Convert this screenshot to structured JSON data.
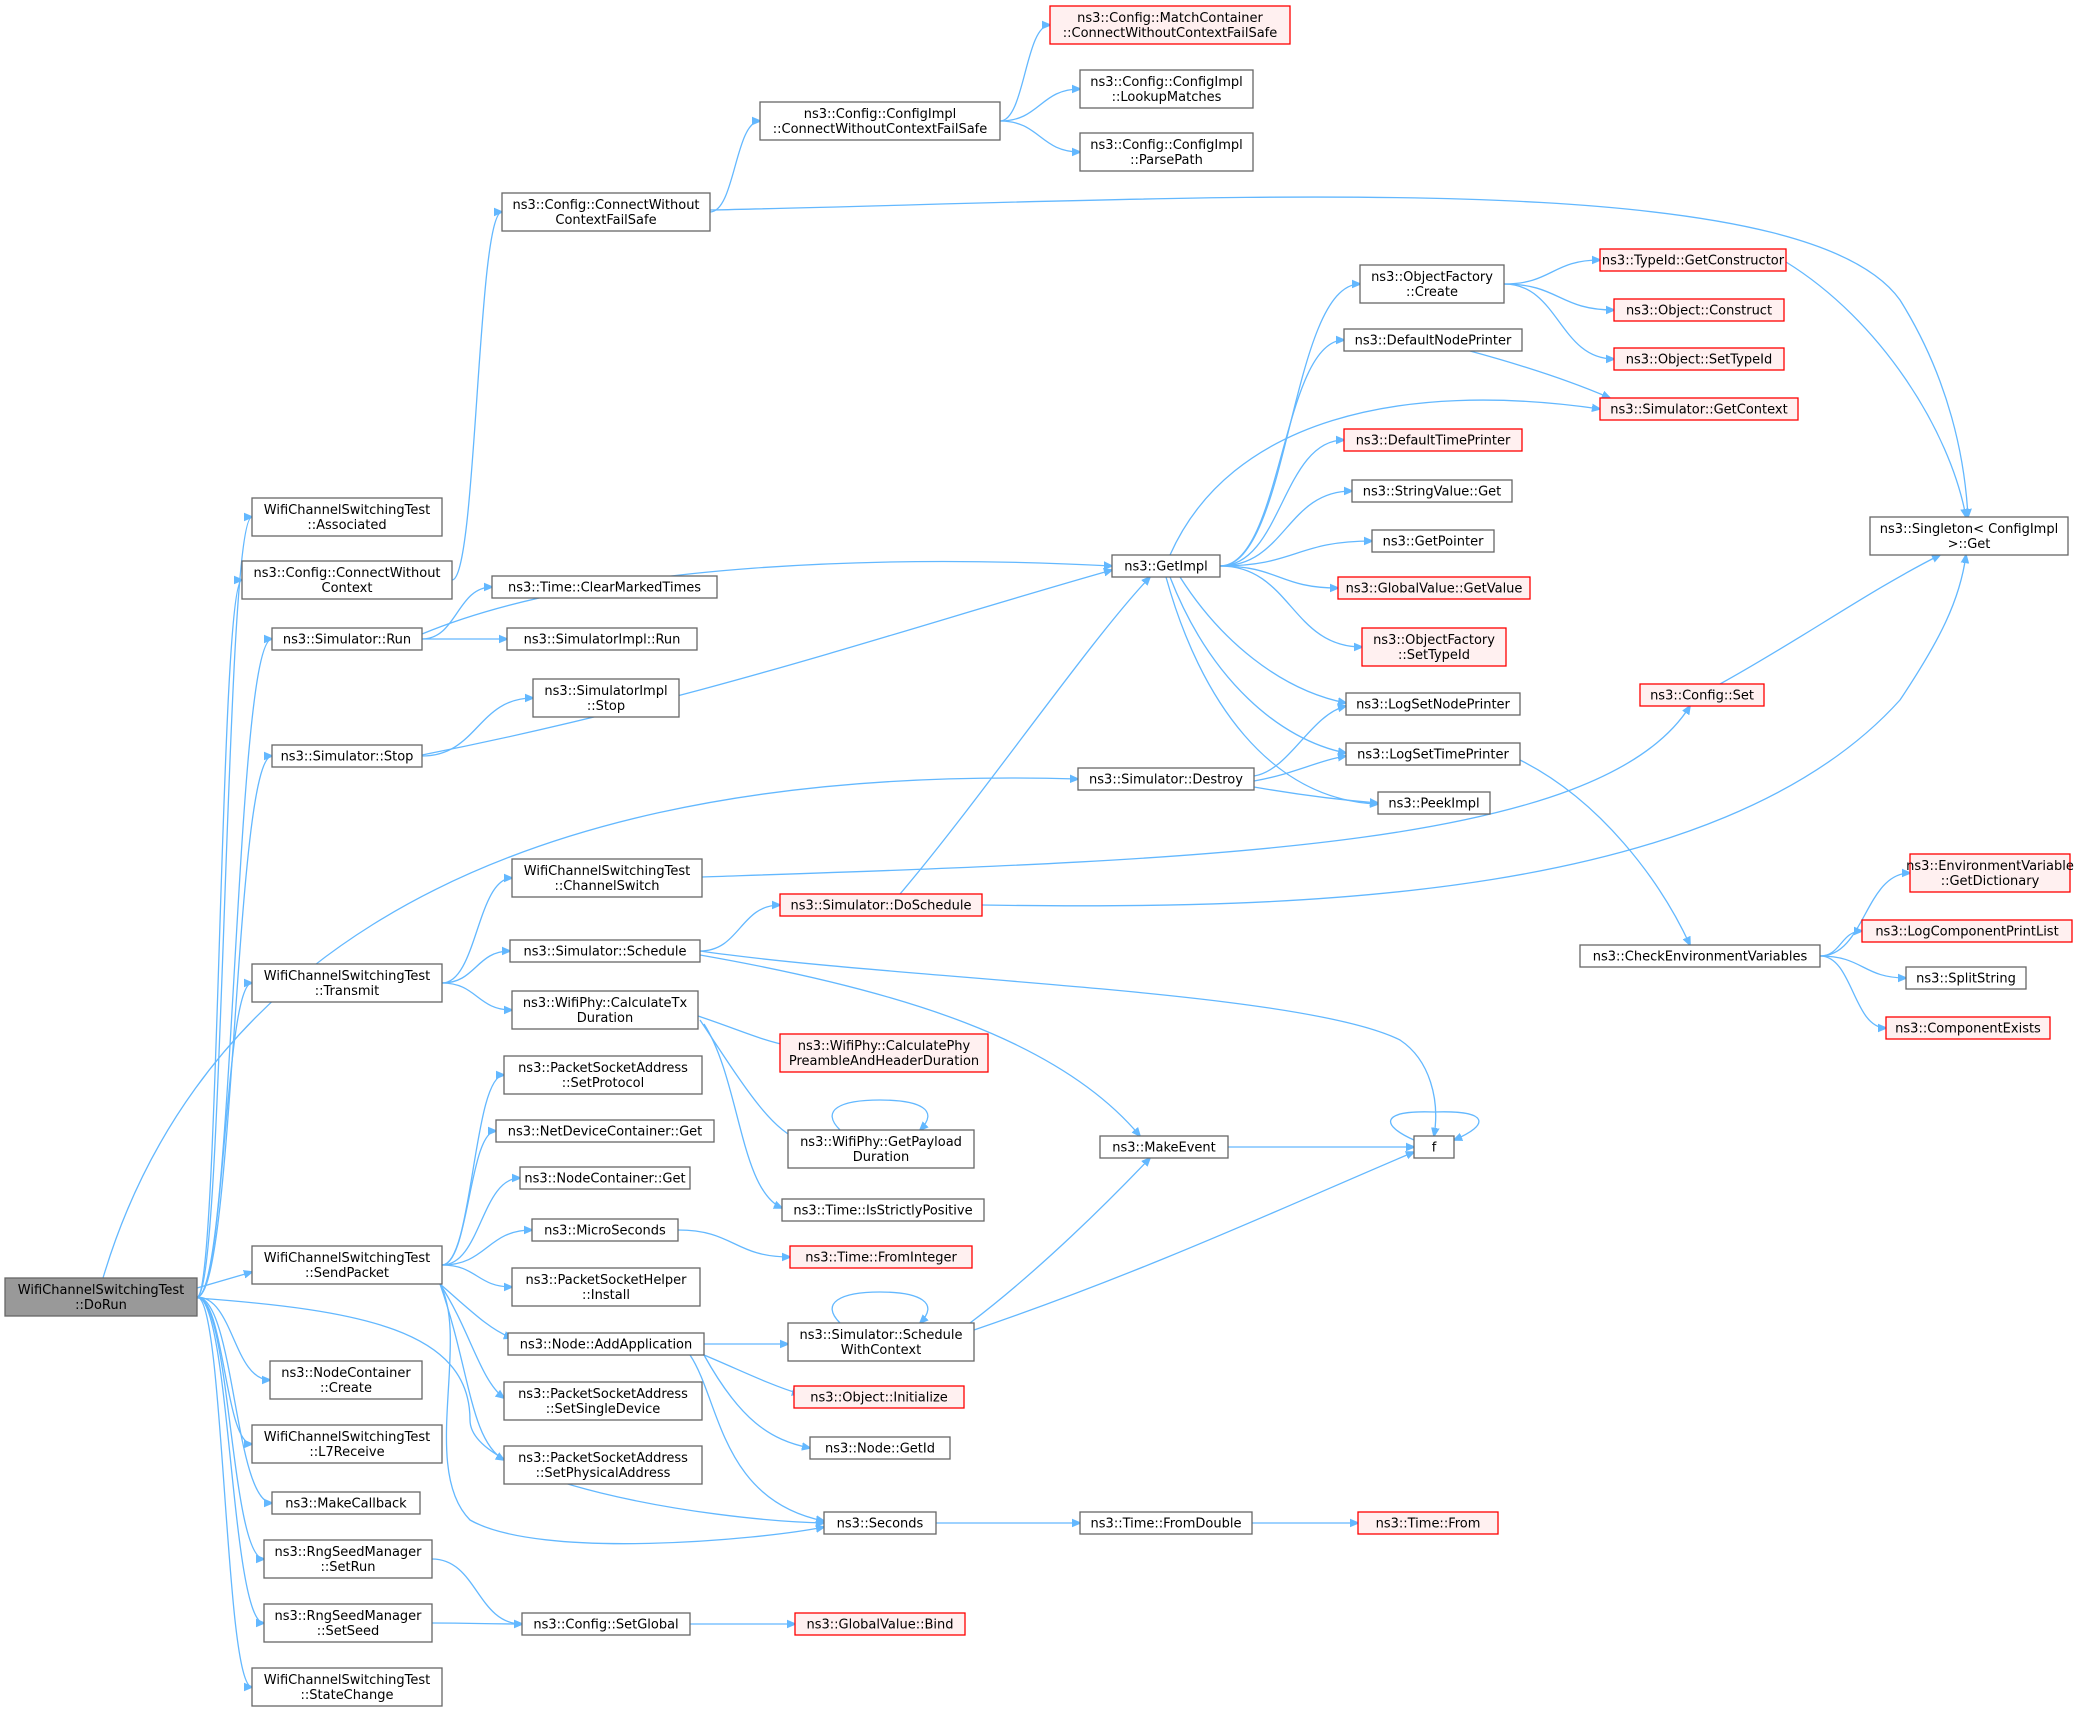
{
  "graph": {
    "type": "doxygen-call-graph",
    "colors": {
      "edge": "#63b8ff",
      "node_border": "#666666",
      "truncated_border": "#ff0000",
      "truncated_fill": "#fff0f0",
      "root_fill": "#999999"
    },
    "nodes": [
      {
        "id": "root",
        "lines": [
          "WifiChannelSwitchingTest",
          "::DoRun"
        ],
        "style": "root"
      },
      {
        "id": "associated",
        "lines": [
          "WifiChannelSwitchingTest",
          "::Associated"
        ]
      },
      {
        "id": "cfgConnectWoCtx",
        "lines": [
          "ns3::Config::ConnectWithout",
          "Context"
        ]
      },
      {
        "id": "simRun",
        "lines": [
          "ns3::Simulator::Run"
        ]
      },
      {
        "id": "simStop",
        "lines": [
          "ns3::Simulator::Stop"
        ]
      },
      {
        "id": "transmit",
        "lines": [
          "WifiChannelSwitchingTest",
          "::Transmit"
        ]
      },
      {
        "id": "sendPacket",
        "lines": [
          "WifiChannelSwitchingTest",
          "::SendPacket"
        ]
      },
      {
        "id": "nodeContCreate",
        "lines": [
          "ns3::NodeContainer",
          "::Create"
        ]
      },
      {
        "id": "l7receive",
        "lines": [
          "WifiChannelSwitchingTest",
          "::L7Receive"
        ]
      },
      {
        "id": "makeCallback",
        "lines": [
          "ns3::MakeCallback"
        ]
      },
      {
        "id": "rngSetRun",
        "lines": [
          "ns3::RngSeedManager",
          "::SetRun"
        ]
      },
      {
        "id": "rngSetSeed",
        "lines": [
          "ns3::RngSeedManager",
          "::SetSeed"
        ]
      },
      {
        "id": "stateChange",
        "lines": [
          "WifiChannelSwitchingTest",
          "::StateChange"
        ]
      },
      {
        "id": "cfgConnectWoCtxFS",
        "lines": [
          "ns3::Config::ConnectWithout",
          "ContextFailSafe"
        ]
      },
      {
        "id": "cfgImplConnect",
        "lines": [
          "ns3::Config::ConfigImpl",
          "::ConnectWithoutContextFailSafe"
        ]
      },
      {
        "id": "matchContainer",
        "lines": [
          "ns3::Config::MatchContainer",
          "::ConnectWithoutContextFailSafe"
        ],
        "style": "red"
      },
      {
        "id": "lookupMatches",
        "lines": [
          "ns3::Config::ConfigImpl",
          "::LookupMatches"
        ]
      },
      {
        "id": "parsePath",
        "lines": [
          "ns3::Config::ConfigImpl",
          "::ParsePath"
        ]
      },
      {
        "id": "clearMarkedTimes",
        "lines": [
          "ns3::Time::ClearMarkedTimes"
        ]
      },
      {
        "id": "simImplRun",
        "lines": [
          "ns3::SimulatorImpl::Run"
        ]
      },
      {
        "id": "simImplStop",
        "lines": [
          "ns3::SimulatorImpl",
          "::Stop"
        ]
      },
      {
        "id": "simDestroy",
        "lines": [
          "ns3::Simulator::Destroy"
        ]
      },
      {
        "id": "channelSwitch",
        "lines": [
          "WifiChannelSwitchingTest",
          "::ChannelSwitch"
        ]
      },
      {
        "id": "simSchedule",
        "lines": [
          "ns3::Simulator::Schedule"
        ]
      },
      {
        "id": "calcTxDuration",
        "lines": [
          "ns3::WifiPhy::CalculateTx",
          "Duration"
        ]
      },
      {
        "id": "pktSockSetProtocol",
        "lines": [
          "ns3::PacketSocketAddress",
          "::SetProtocol"
        ]
      },
      {
        "id": "netDevContGet",
        "lines": [
          "ns3::NetDeviceContainer::Get"
        ]
      },
      {
        "id": "nodeContGet",
        "lines": [
          "ns3::NodeContainer::Get"
        ]
      },
      {
        "id": "microSeconds",
        "lines": [
          "ns3::MicroSeconds"
        ]
      },
      {
        "id": "pktSockHelperInstall",
        "lines": [
          "ns3::PacketSocketHelper",
          "::Install"
        ]
      },
      {
        "id": "nodeAddApp",
        "lines": [
          "ns3::Node::AddApplication"
        ]
      },
      {
        "id": "pktSockSetSingleDevice",
        "lines": [
          "ns3::PacketSocketAddress",
          "::SetSingleDevice"
        ]
      },
      {
        "id": "pktSockSetPhysAddr",
        "lines": [
          "ns3::PacketSocketAddress",
          "::SetPhysicalAddress"
        ]
      },
      {
        "id": "cfgSetGlobal",
        "lines": [
          "ns3::Config::SetGlobal"
        ]
      },
      {
        "id": "getImpl",
        "lines": [
          "ns3::GetImpl"
        ]
      },
      {
        "id": "simDoSchedule",
        "lines": [
          "ns3::Simulator::DoSchedule"
        ],
        "style": "red"
      },
      {
        "id": "calcPhyPreamble",
        "lines": [
          "ns3::WifiPhy::CalculatePhy",
          "PreambleAndHeaderDuration"
        ],
        "style": "red"
      },
      {
        "id": "getPayloadDuration",
        "lines": [
          "ns3::WifiPhy::GetPayload",
          "Duration"
        ]
      },
      {
        "id": "isStrictlyPositive",
        "lines": [
          "ns3::Time::IsStrictlyPositive"
        ]
      },
      {
        "id": "fromInteger",
        "lines": [
          "ns3::Time::FromInteger"
        ],
        "style": "red"
      },
      {
        "id": "schedWithContext",
        "lines": [
          "ns3::Simulator::Schedule",
          "WithContext"
        ]
      },
      {
        "id": "objectInitialize",
        "lines": [
          "ns3::Object::Initialize"
        ],
        "style": "red"
      },
      {
        "id": "nodeGetId",
        "lines": [
          "ns3::Node::GetId"
        ]
      },
      {
        "id": "seconds",
        "lines": [
          "ns3::Seconds"
        ]
      },
      {
        "id": "globalValueBind",
        "lines": [
          "ns3::GlobalValue::Bind"
        ],
        "style": "red"
      },
      {
        "id": "timeFromDouble",
        "lines": [
          "ns3::Time::FromDouble"
        ]
      },
      {
        "id": "timeFrom",
        "lines": [
          "ns3::Time::From"
        ],
        "style": "red"
      },
      {
        "id": "makeEvent",
        "lines": [
          "ns3::MakeEvent"
        ]
      },
      {
        "id": "f",
        "lines": [
          "f"
        ]
      },
      {
        "id": "objFactoryCreate",
        "lines": [
          "ns3::ObjectFactory",
          "::Create"
        ]
      },
      {
        "id": "defaultNodePrinter",
        "lines": [
          "ns3::DefaultNodePrinter"
        ]
      },
      {
        "id": "defaultTimePrinter",
        "lines": [
          "ns3::DefaultTimePrinter"
        ],
        "style": "red"
      },
      {
        "id": "stringValueGet",
        "lines": [
          "ns3::StringValue::Get"
        ]
      },
      {
        "id": "getPointer",
        "lines": [
          "ns3::GetPointer"
        ]
      },
      {
        "id": "globalValueGetValue",
        "lines": [
          "ns3::GlobalValue::GetValue"
        ],
        "style": "red"
      },
      {
        "id": "objFactorySetTypeId",
        "lines": [
          "ns3::ObjectFactory",
          "::SetTypeId"
        ],
        "style": "red"
      },
      {
        "id": "logSetNodePrinter",
        "lines": [
          "ns3::LogSetNodePrinter"
        ]
      },
      {
        "id": "logSetTimePrinter",
        "lines": [
          "ns3::LogSetTimePrinter"
        ]
      },
      {
        "id": "peekImpl",
        "lines": [
          "ns3::PeekImpl"
        ]
      },
      {
        "id": "typeIdGetConstructor",
        "lines": [
          "ns3::TypeId::GetConstructor"
        ],
        "style": "red"
      },
      {
        "id": "objectConstruct",
        "lines": [
          "ns3::Object::Construct"
        ],
        "style": "red"
      },
      {
        "id": "objectSetTypeId",
        "lines": [
          "ns3::Object::SetTypeId"
        ],
        "style": "red"
      },
      {
        "id": "simGetContext",
        "lines": [
          "ns3::Simulator::GetContext"
        ],
        "style": "red"
      },
      {
        "id": "configSet",
        "lines": [
          "ns3::Config::Set"
        ],
        "style": "red"
      },
      {
        "id": "checkEnvVars",
        "lines": [
          "ns3::CheckEnvironmentVariables"
        ]
      },
      {
        "id": "singletonGet",
        "lines": [
          "ns3::Singleton< ConfigImpl",
          " >::Get"
        ]
      },
      {
        "id": "envVarGetDict",
        "lines": [
          "ns3::EnvironmentVariable",
          "::GetDictionary"
        ],
        "style": "red"
      },
      {
        "id": "logCompPrintList",
        "lines": [
          "ns3::LogComponentPrintList"
        ],
        "style": "red"
      },
      {
        "id": "splitString",
        "lines": [
          "ns3::SplitString"
        ]
      },
      {
        "id": "componentExists",
        "lines": [
          "ns3::ComponentExists"
        ],
        "style": "red"
      }
    ],
    "edges": [
      [
        "root",
        "associated"
      ],
      [
        "root",
        "cfgConnectWoCtx"
      ],
      [
        "root",
        "simRun"
      ],
      [
        "root",
        "simStop"
      ],
      [
        "root",
        "simDestroy"
      ],
      [
        "root",
        "transmit"
      ],
      [
        "root",
        "sendPacket"
      ],
      [
        "root",
        "seconds"
      ],
      [
        "root",
        "nodeContCreate"
      ],
      [
        "root",
        "l7receive"
      ],
      [
        "root",
        "makeCallback"
      ],
      [
        "root",
        "rngSetRun"
      ],
      [
        "root",
        "rngSetSeed"
      ],
      [
        "root",
        "stateChange"
      ],
      [
        "cfgConnectWoCtx",
        "cfgConnectWoCtxFS"
      ],
      [
        "cfgConnectWoCtxFS",
        "cfgImplConnect"
      ],
      [
        "cfgConnectWoCtxFS",
        "singletonGet"
      ],
      [
        "cfgImplConnect",
        "matchContainer"
      ],
      [
        "cfgImplConnect",
        "lookupMatches"
      ],
      [
        "cfgImplConnect",
        "parsePath"
      ],
      [
        "simRun",
        "getImpl"
      ],
      [
        "simRun",
        "clearMarkedTimes"
      ],
      [
        "simRun",
        "simImplRun"
      ],
      [
        "simStop",
        "simImplStop"
      ],
      [
        "simStop",
        "getImpl"
      ],
      [
        "simDestroy",
        "logSetNodePrinter"
      ],
      [
        "simDestroy",
        "logSetTimePrinter"
      ],
      [
        "simDestroy",
        "peekImpl"
      ],
      [
        "transmit",
        "channelSwitch"
      ],
      [
        "transmit",
        "simSchedule"
      ],
      [
        "transmit",
        "calcTxDuration"
      ],
      [
        "channelSwitch",
        "configSet"
      ],
      [
        "simSchedule",
        "simDoSchedule"
      ],
      [
        "simSchedule",
        "makeEvent"
      ],
      [
        "simSchedule",
        "f"
      ],
      [
        "simDoSchedule",
        "getImpl"
      ],
      [
        "simDoSchedule",
        "singletonGet"
      ],
      [
        "calcTxDuration",
        "calcPhyPreamble"
      ],
      [
        "calcTxDuration",
        "getPayloadDuration"
      ],
      [
        "calcTxDuration",
        "isStrictlyPositive"
      ],
      [
        "getPayloadDuration",
        "getPayloadDuration"
      ],
      [
        "sendPacket",
        "pktSockSetProtocol"
      ],
      [
        "sendPacket",
        "netDevContGet"
      ],
      [
        "sendPacket",
        "nodeContGet"
      ],
      [
        "sendPacket",
        "microSeconds"
      ],
      [
        "sendPacket",
        "pktSockHelperInstall"
      ],
      [
        "sendPacket",
        "nodeAddApp"
      ],
      [
        "sendPacket",
        "pktSockSetSingleDevice"
      ],
      [
        "sendPacket",
        "pktSockSetPhysAddr"
      ],
      [
        "sendPacket",
        "seconds"
      ],
      [
        "microSeconds",
        "fromInteger"
      ],
      [
        "nodeAddApp",
        "schedWithContext"
      ],
      [
        "nodeAddApp",
        "objectInitialize"
      ],
      [
        "nodeAddApp",
        "nodeGetId"
      ],
      [
        "nodeAddApp",
        "seconds"
      ],
      [
        "schedWithContext",
        "schedWithContext"
      ],
      [
        "schedWithContext",
        "makeEvent"
      ],
      [
        "schedWithContext",
        "f"
      ],
      [
        "makeEvent",
        "f"
      ],
      [
        "f",
        "f"
      ],
      [
        "seconds",
        "timeFromDouble"
      ],
      [
        "timeFromDouble",
        "timeFrom"
      ],
      [
        "rngSetRun",
        "cfgSetGlobal"
      ],
      [
        "rngSetSeed",
        "cfgSetGlobal"
      ],
      [
        "cfgSetGlobal",
        "globalValueBind"
      ],
      [
        "getImpl",
        "objFactoryCreate"
      ],
      [
        "getImpl",
        "defaultNodePrinter"
      ],
      [
        "getImpl",
        "simGetContext"
      ],
      [
        "getImpl",
        "defaultTimePrinter"
      ],
      [
        "getImpl",
        "stringValueGet"
      ],
      [
        "getImpl",
        "getPointer"
      ],
      [
        "getImpl",
        "globalValueGetValue"
      ],
      [
        "getImpl",
        "objFactorySetTypeId"
      ],
      [
        "getImpl",
        "logSetNodePrinter"
      ],
      [
        "getImpl",
        "logSetTimePrinter"
      ],
      [
        "getImpl",
        "peekImpl"
      ],
      [
        "objFactoryCreate",
        "typeIdGetConstructor"
      ],
      [
        "objFactoryCreate",
        "objectConstruct"
      ],
      [
        "objFactoryCreate",
        "objectSetTypeId"
      ],
      [
        "defaultNodePrinter",
        "simGetContext"
      ],
      [
        "typeIdGetConstructor",
        "singletonGet"
      ],
      [
        "configSet",
        "singletonGet"
      ],
      [
        "logSetTimePrinter",
        "checkEnvVars"
      ],
      [
        "checkEnvVars",
        "envVarGetDict"
      ],
      [
        "checkEnvVars",
        "logCompPrintList"
      ],
      [
        "checkEnvVars",
        "splitString"
      ],
      [
        "checkEnvVars",
        "componentExists"
      ]
    ]
  }
}
